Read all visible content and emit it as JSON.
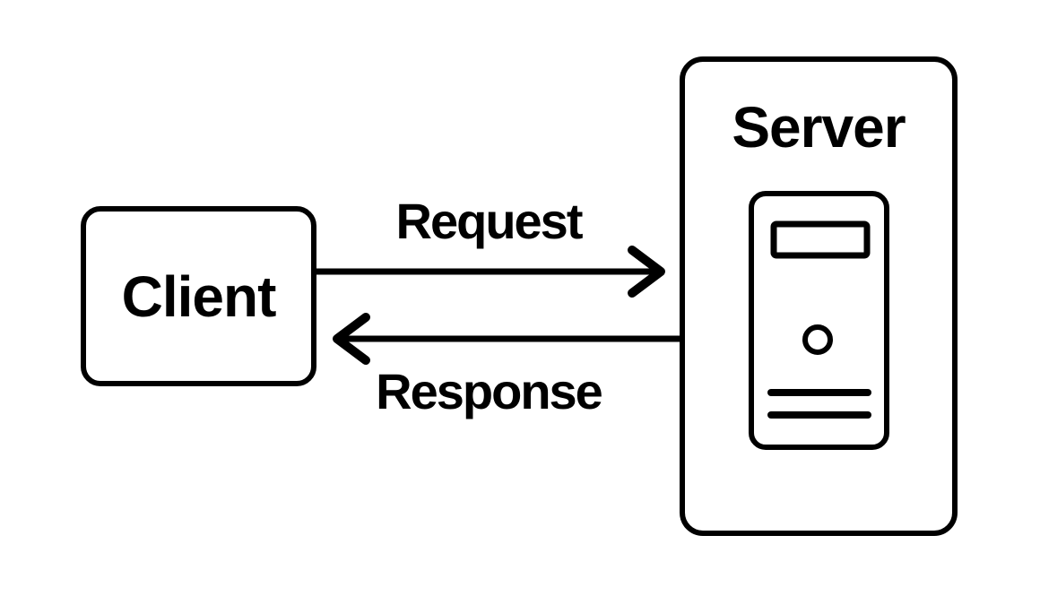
{
  "colors": {
    "background": "#ffffff",
    "stroke": "#000000",
    "text": "#000000"
  },
  "nodes": {
    "client": {
      "label": "Client"
    },
    "server": {
      "label": "Server",
      "icon": "server-tower-icon"
    }
  },
  "arrows": {
    "request": {
      "label": "Request",
      "from": "client",
      "to": "server",
      "direction": "right"
    },
    "response": {
      "label": "Response",
      "from": "server",
      "to": "client",
      "direction": "left"
    }
  }
}
